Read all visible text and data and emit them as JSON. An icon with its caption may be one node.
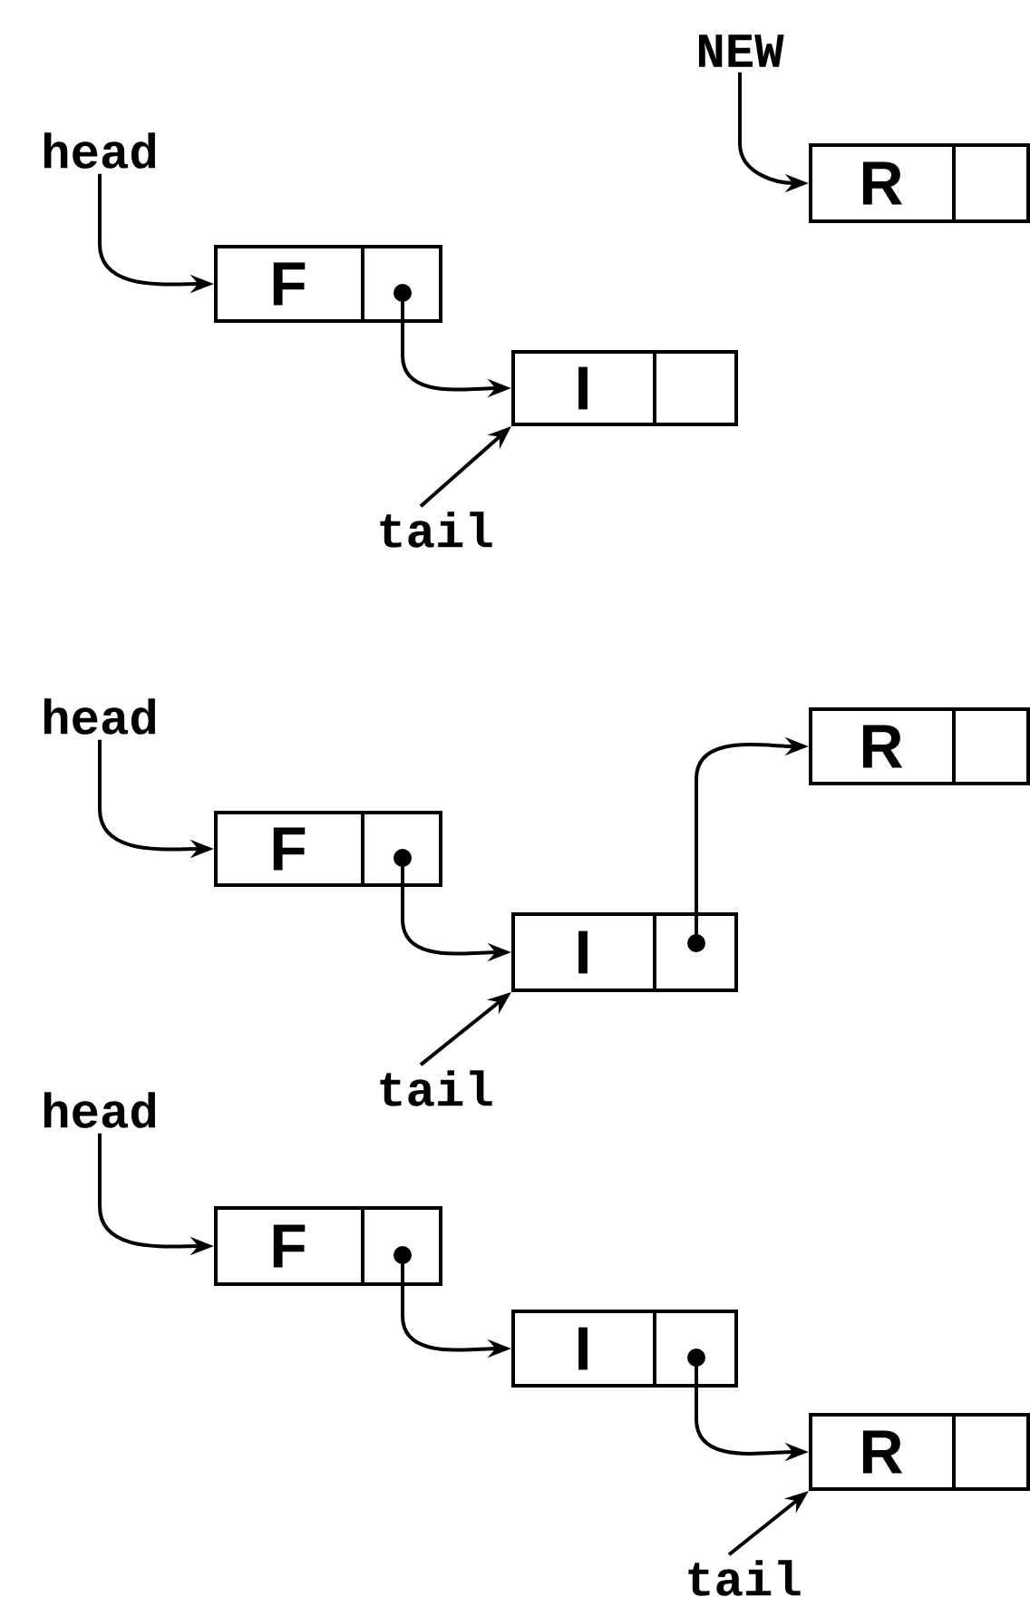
{
  "diagram": {
    "nodes": [
      {
        "text": [
          "NEW"
        ]
      },
      {
        "text": [
          "head"
        ]
      },
      {
        "text": [
          "F"
        ]
      },
      {
        "text": [
          "R"
        ]
      },
      {
        "text": [
          "I"
        ]
      },
      {
        "text": [
          "tail"
        ]
      },
      {
        "text": [
          "head"
        ]
      },
      {
        "text": [
          "F"
        ]
      },
      {
        "text": [
          "R"
        ]
      },
      {
        "text": [
          "I"
        ]
      },
      {
        "text": [
          "tail"
        ]
      },
      {
        "text": [
          "head"
        ]
      },
      {
        "text": [
          "F"
        ]
      },
      {
        "text": [
          "I"
        ]
      },
      {
        "text": [
          "R"
        ]
      },
      {
        "text": [
          "tail"
        ]
      }
    ],
    "edges": [
      {
        "from": 0,
        "to": 3,
        "arrow": "to"
      },
      {
        "from": 1,
        "to": 2,
        "arrow": "to"
      },
      {
        "from": 2,
        "to": 4,
        "arrow": "to"
      },
      {
        "from": 5,
        "to": 4,
        "arrow": "to"
      },
      {
        "from": 6,
        "to": 7,
        "arrow": "to"
      },
      {
        "from": 7,
        "to": 9,
        "arrow": "to"
      },
      {
        "from": 9,
        "to": 8,
        "arrow": "to"
      },
      {
        "from": 10,
        "to": 9,
        "arrow": "to"
      },
      {
        "from": 11,
        "to": 12,
        "arrow": "to"
      },
      {
        "from": 12,
        "to": 13,
        "arrow": "to"
      },
      {
        "from": 13,
        "to": 14,
        "arrow": "to"
      },
      {
        "from": 15,
        "to": 14,
        "arrow": "to"
      }
    ]
  }
}
